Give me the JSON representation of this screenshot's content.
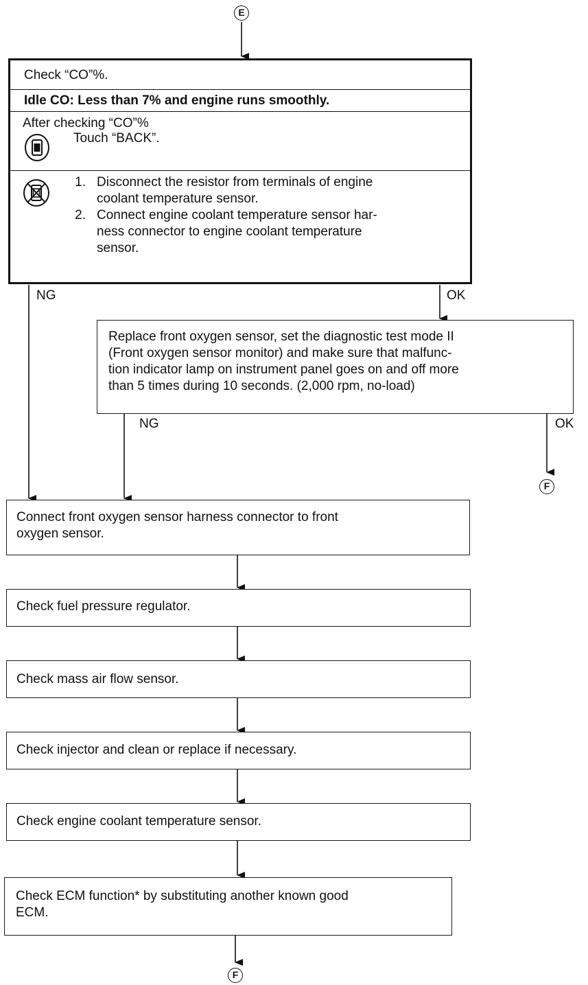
{
  "connectors": {
    "top": "E",
    "right": "F",
    "bottom": "F"
  },
  "top_block": {
    "check_co": "Check “CO”%.",
    "idle_co": "Idle CO: Less than 7% and engine runs smoothly.",
    "after_checking": "After checking “CO”%",
    "touch_back": "Touch “BACK”.",
    "steps": [
      {
        "num": "1.",
        "line1": "Disconnect the resistor from terminals of engine",
        "line2": "coolant temperature sensor."
      },
      {
        "num": "2.",
        "line1": "Connect engine coolant temperature sensor har-",
        "line2": "ness connector to engine coolant temperature",
        "line3": "sensor."
      }
    ]
  },
  "branch_labels": {
    "ng1": "NG",
    "ok1": "OK",
    "ng2": "NG",
    "ok2": "OK"
  },
  "replace_box": {
    "lines": [
      "Replace front oxygen sensor, set the diagnostic test mode II",
      "(Front oxygen sensor monitor) and make sure that malfunc-",
      "tion indicator lamp on instrument panel goes on and off more",
      "than 5 times during 10 seconds. (2,000 rpm, no-load)"
    ]
  },
  "steps_chain": [
    {
      "line1": "Connect front oxygen sensor harness connector to front",
      "line2": "oxygen sensor."
    },
    {
      "line1": "Check fuel pressure regulator."
    },
    {
      "line1": "Check mass air flow sensor."
    },
    {
      "line1": "Check injector and clean or replace if necessary."
    },
    {
      "line1": "Check engine coolant temperature sensor."
    },
    {
      "line1": "Check ECM function* by substituting another known good",
      "line2": "ECM."
    }
  ]
}
